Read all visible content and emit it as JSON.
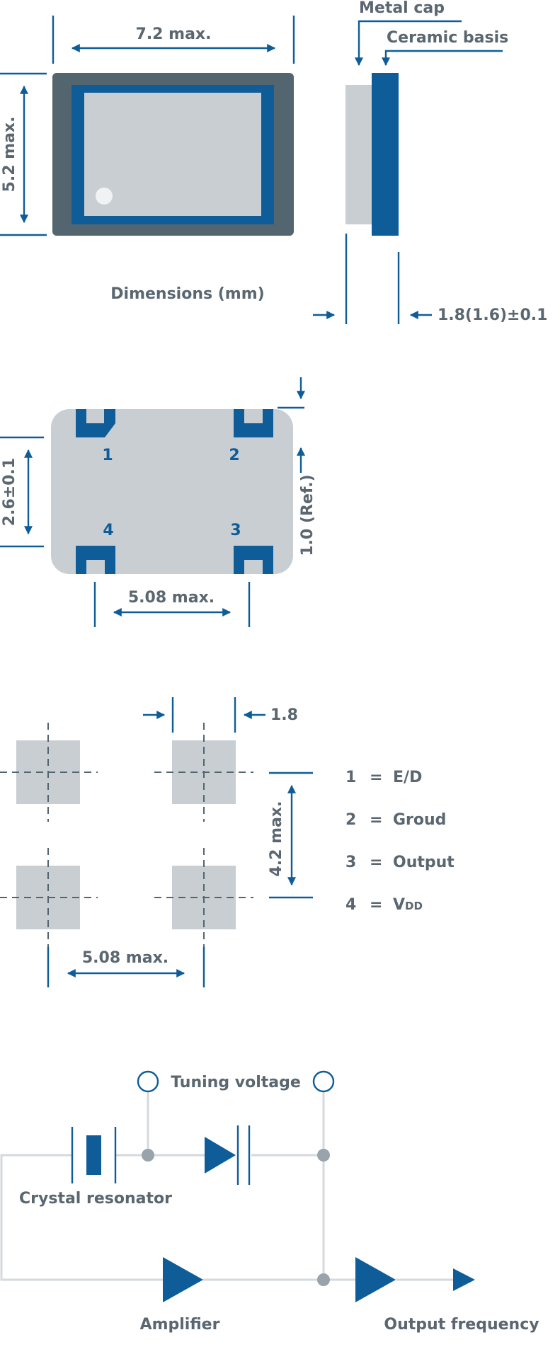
{
  "colors": {
    "primary_blue": "#0e5d99",
    "dark_gray": "#536670",
    "light_gray": "#c9ced2",
    "text_gray": "#5a6670",
    "node_gray": "#99a3ab",
    "wire_gray": "#d5d9dc"
  },
  "package": {
    "labels": {
      "metal_cap": "Metal cap",
      "ceramic_basis": "Ceramic basis",
      "width": "7.2 max.",
      "height": "5.2 max.",
      "caption": "Dimensions (mm)",
      "thickness": "1.8(1.6)±0.1"
    }
  },
  "bottom_view": {
    "pins": [
      "1",
      "2",
      "3",
      "4"
    ],
    "labels": {
      "pitch_vertical": "2.6±0.1",
      "pad_ref": "1.0 (Ref.)",
      "pitch_horizontal": "5.08 max."
    }
  },
  "footprint": {
    "labels": {
      "pad_width": "1.8",
      "vertical": "4.2 max.",
      "horizontal": "5.08 max."
    },
    "pin_legend": [
      {
        "num": "1",
        "eq": "=",
        "name": "E/D"
      },
      {
        "num": "2",
        "eq": "=",
        "name": "Groud"
      },
      {
        "num": "3",
        "eq": "=",
        "name": "Output"
      },
      {
        "num": "4",
        "eq": "=",
        "name": "V",
        "sub": "DD"
      }
    ]
  },
  "circuit": {
    "labels": {
      "tuning_voltage": "Tuning voltage",
      "crystal_resonator": "Crystal resonator",
      "amplifier": "Amplifier",
      "output_frequency": "Output frequency"
    }
  }
}
